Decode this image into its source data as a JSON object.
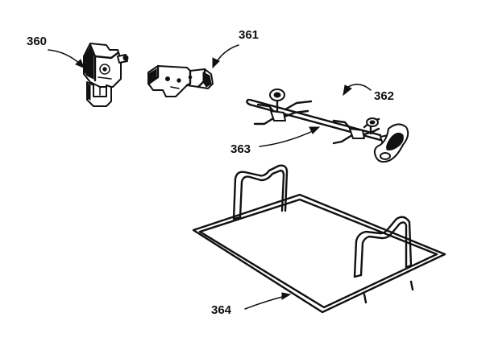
{
  "labels": {
    "motor": "360",
    "bracket": "361",
    "spit_forks": "362",
    "spit_rod": "363",
    "rack": "364"
  }
}
